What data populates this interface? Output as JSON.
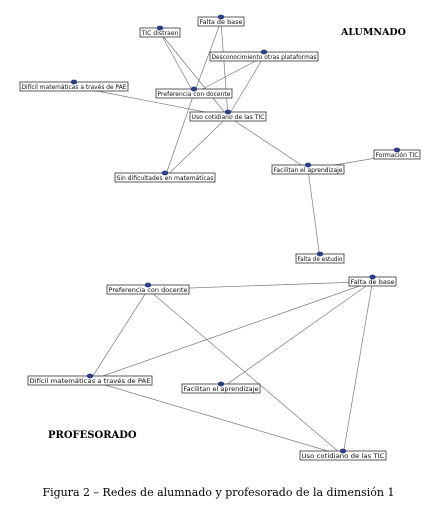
{
  "networks": [
    {
      "id": "alumnado",
      "label": "ALUMNADO",
      "nodes": [
        {
          "id": "falta_base",
          "label": "Falta de base"
        },
        {
          "id": "tic_distraen",
          "label": "TIC distraen"
        },
        {
          "id": "desconocimiento",
          "label": "Desconocimiento otras plataformas"
        },
        {
          "id": "dificil_pae",
          "label": "Difícil matemáticas a través de PAE"
        },
        {
          "id": "preferencia_docente",
          "label": "Preferencia con docente"
        },
        {
          "id": "uso_cotidiano",
          "label": "Uso cotidiano de las TIC"
        },
        {
          "id": "formacion_tic",
          "label": "Formación TIC"
        },
        {
          "id": "sin_dificultades",
          "label": "Sin dificultades en matemáticas"
        },
        {
          "id": "facilitan",
          "label": "Facilitan el aprendizaje"
        },
        {
          "id": "falta_estudio",
          "label": "Falta de estudio"
        }
      ],
      "edges": [
        [
          "tic_distraen",
          "preferencia_docente"
        ],
        [
          "falta_base",
          "preferencia_docente"
        ],
        [
          "falta_base",
          "uso_cotidiano"
        ],
        [
          "tic_distraen",
          "uso_cotidiano"
        ],
        [
          "desconocimiento",
          "preferencia_docente"
        ],
        [
          "desconocimiento",
          "uso_cotidiano"
        ],
        [
          "dificil_pae",
          "uso_cotidiano"
        ],
        [
          "preferencia_docente",
          "sin_dificultades"
        ],
        [
          "uso_cotidiano",
          "sin_dificultades"
        ],
        [
          "uso_cotidiano",
          "facilitan"
        ],
        [
          "formacion_tic",
          "facilitan"
        ],
        [
          "facilitan",
          "falta_estudio"
        ]
      ]
    },
    {
      "id": "profesorado",
      "label": "PROFESORADO",
      "nodes": [
        {
          "id": "p_preferencia",
          "label": "Preferencia con docente"
        },
        {
          "id": "p_falta_base",
          "label": "Falta de base"
        },
        {
          "id": "p_dificil_pae",
          "label": "Difícil matemáticas a través de PAE"
        },
        {
          "id": "p_facilitan",
          "label": "Facilitan el aprendizaje"
        },
        {
          "id": "p_uso_cotidiano",
          "label": "Uso cotidiano de las TIC"
        }
      ],
      "edges": [
        [
          "p_preferencia",
          "p_falta_base"
        ],
        [
          "p_preferencia",
          "p_dificil_pae"
        ],
        [
          "p_preferencia",
          "p_uso_cotidiano"
        ],
        [
          "p_falta_base",
          "p_dificil_pae"
        ],
        [
          "p_falta_base",
          "p_facilitan"
        ],
        [
          "p_falta_base",
          "p_uso_cotidiano"
        ],
        [
          "p_dificil_pae",
          "p_uso_cotidiano"
        ]
      ]
    }
  ],
  "caption": "Figura 2 – Redes de alumnado y profesorado de la dimensión 1",
  "colors": {
    "node_dot": "#2d3d8c",
    "edge": "#7a7a7a",
    "node_border": "#333333"
  }
}
